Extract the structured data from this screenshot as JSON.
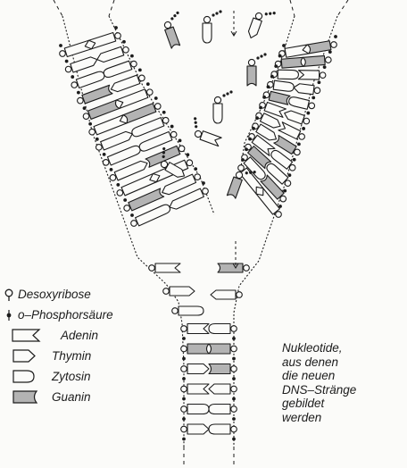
{
  "legend": {
    "items": [
      {
        "id": "desoxyribose",
        "label": "Desoxyribose",
        "symbol": "sugar-ring-icon"
      },
      {
        "id": "phosphor",
        "label": "o–Phosphorsäure",
        "symbol": "phosphate-dot-icon"
      },
      {
        "id": "adenin",
        "label": "Adenin",
        "symbol": "adenin-shape-icon"
      },
      {
        "id": "thymin",
        "label": "Thymin",
        "symbol": "thymin-shape-icon"
      },
      {
        "id": "zytosin",
        "label": "Zytosin",
        "symbol": "zytosin-shape-icon"
      },
      {
        "id": "guanin",
        "label": "Guanin",
        "symbol": "guanin-shape-icon"
      }
    ]
  },
  "note": {
    "lines": [
      "Nukleotide,",
      "aus denen",
      "die neuen",
      "DNS–Stränge",
      "gebildet",
      "werden"
    ]
  },
  "colors": {
    "ink": "#1c1c1c",
    "shade": "#b3b3b3",
    "paper": "#fbfbf9"
  }
}
